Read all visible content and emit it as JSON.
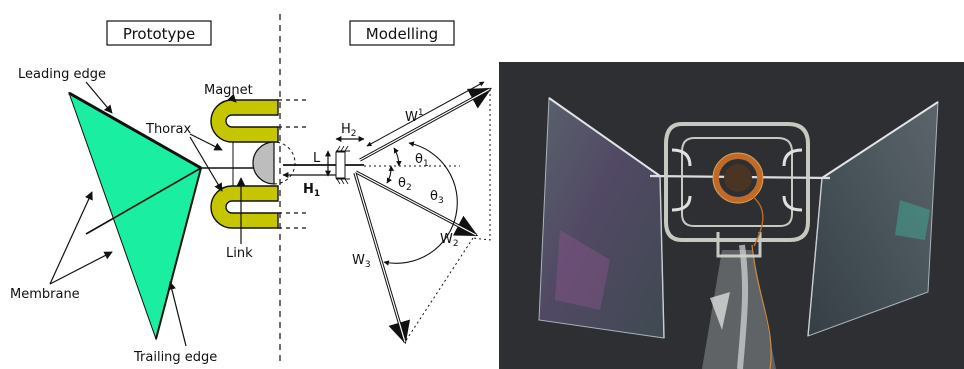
{
  "schematic": {
    "section_titles": {
      "prototype": "Prototype",
      "modelling": "Modelling"
    },
    "labels": {
      "leading_edge": "Leading edge",
      "trailing_edge": "Trailing edge",
      "membrane": "Membrane",
      "magnet": "Magnet",
      "thorax": "Thorax",
      "link": "Link"
    },
    "symbols": {
      "h1": "H",
      "h1_sub": "1",
      "h2": "H",
      "h2_sub": "2",
      "l": "L",
      "w1": "W",
      "w1_sub": "1",
      "w2": "W",
      "w2_sub": "2",
      "w3": "W",
      "w3_sub": "3",
      "theta1": "θ",
      "theta1_sub": "1",
      "theta2": "θ",
      "theta2_sub": "2",
      "theta3": "θ",
      "theta3_sub": "3"
    },
    "colors": {
      "membrane": "#1aeea0",
      "magnet": "#c6c600",
      "pivot": "#bdbdbd",
      "ink": "#111111"
    }
  },
  "photo": {
    "background": "#2d2f33",
    "frame_color": "#cfd2c8",
    "coil_color": "#c06a2a",
    "wing_film": "#9aa6b4"
  }
}
